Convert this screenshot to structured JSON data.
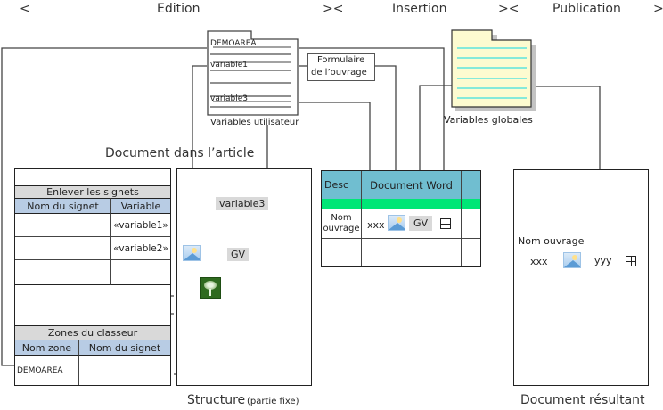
{
  "phases": {
    "edition": "Edition",
    "insertion": "Insertion",
    "publication": "Publication",
    "left_marker": "<",
    "separator": "><",
    "right_marker": ">"
  },
  "user_variables": {
    "caption": "Variables utilisateur",
    "rows": [
      "DEMOAREA",
      "variable1",
      "",
      "",
      "variable3"
    ]
  },
  "form": {
    "line1": "Formulaire",
    "line2": "de l’ouvrage"
  },
  "global_variables": {
    "caption": "Variables globales"
  },
  "document_in_article": {
    "caption": "Document dans l’article"
  },
  "bookmarks_table": {
    "title": "Enlever les signets",
    "headers": [
      "Nom du signet",
      "Variable"
    ],
    "rows": [
      [
        "",
        "«variable1»"
      ],
      [
        "",
        "«variable2»"
      ],
      [
        "",
        ""
      ]
    ]
  },
  "zones_table": {
    "title": "Zones du classeur",
    "headers": [
      "Nom zone",
      "Nom du signet"
    ],
    "rows": [
      [
        "DEMOAREA",
        ""
      ]
    ]
  },
  "structure": {
    "caption_main": "Structure",
    "caption_sub": "(partie fixe)",
    "chip_variable3": "variable3",
    "chip_gv": "GV",
    "icons": [
      "image-icon",
      "tree-image-icon"
    ]
  },
  "word_doc": {
    "headers": [
      "Desc",
      "Document Word",
      ""
    ],
    "row_label_1": "Nom",
    "row_label_2": "ouvrage",
    "content_xxx": "xxx",
    "chip_gv": "GV"
  },
  "result_doc": {
    "caption": "Document résultant",
    "label": "Nom ouvrage",
    "xxx": "xxx",
    "yyy": "yyy"
  },
  "colors": {
    "header_teal": "#70bed0",
    "row_green": "#00e676",
    "header_blue": "#b8cce4",
    "title_gray": "#d9d9d9",
    "note_yellow": "#fdfbd0",
    "note_lines": "#40e0e0"
  }
}
